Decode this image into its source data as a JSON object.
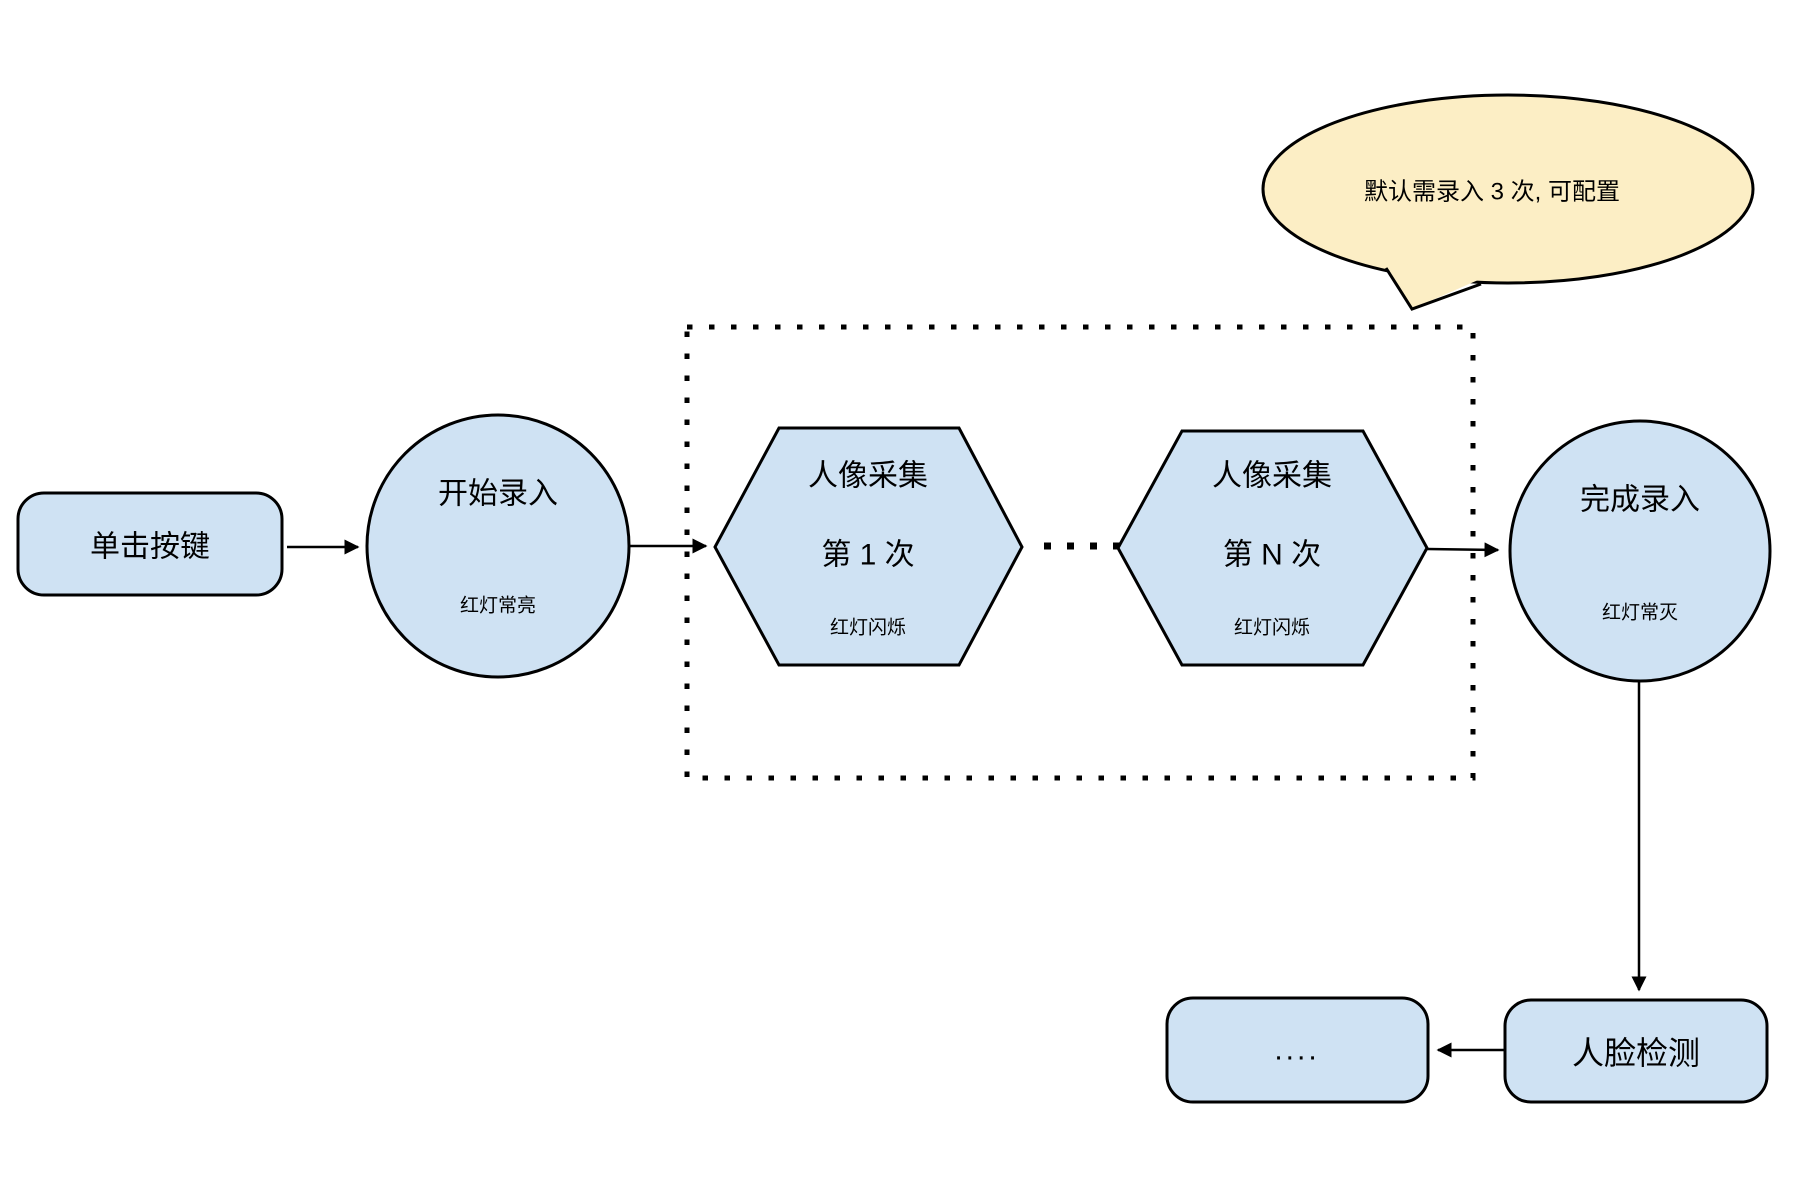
{
  "diagram": {
    "colors": {
      "node_fill": "#CFE2F3",
      "callout_fill": "#FCEEC5",
      "stroke": "#000000",
      "background": "#FFFFFF"
    },
    "nodes": {
      "click_button": {
        "label": "单击按键"
      },
      "start_entry": {
        "title": "开始录入",
        "status": "红灯常亮"
      },
      "capture_first": {
        "title": "人像采集",
        "sequence": "第 1 次",
        "status": "红灯闪烁"
      },
      "capture_nth": {
        "title": "人像采集",
        "sequence": "第 N 次",
        "status": "红灯闪烁"
      },
      "finish_entry": {
        "title": "完成录入",
        "status": "红灯常灭"
      },
      "ellipsis": {
        "label": "...."
      },
      "face_detection": {
        "label": "人脸检测"
      }
    },
    "callout": {
      "text": "默认需录入 3 次, 可配置"
    }
  }
}
